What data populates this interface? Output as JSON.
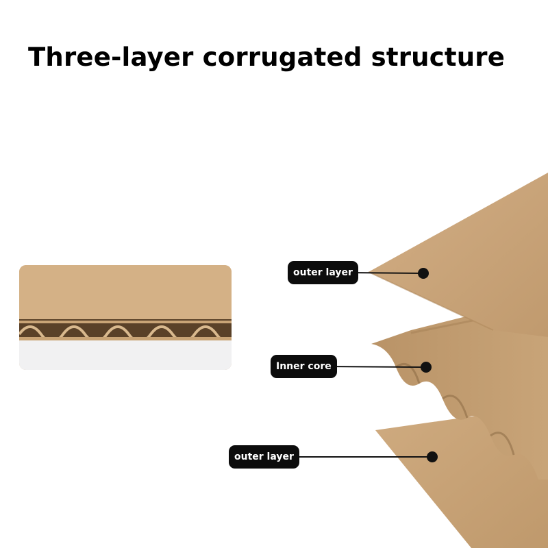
{
  "title": "Three-layer corrugated structure",
  "colors": {
    "kraft": "#caa67c",
    "kraft_dark": "#a88359",
    "kraft_shadow": "#8a6a44",
    "label_bg": "#0c0c0c",
    "label_text": "#ffffff"
  },
  "labels": {
    "top": "outer layer",
    "middle": "Inner core",
    "bottom": "outer layer"
  }
}
